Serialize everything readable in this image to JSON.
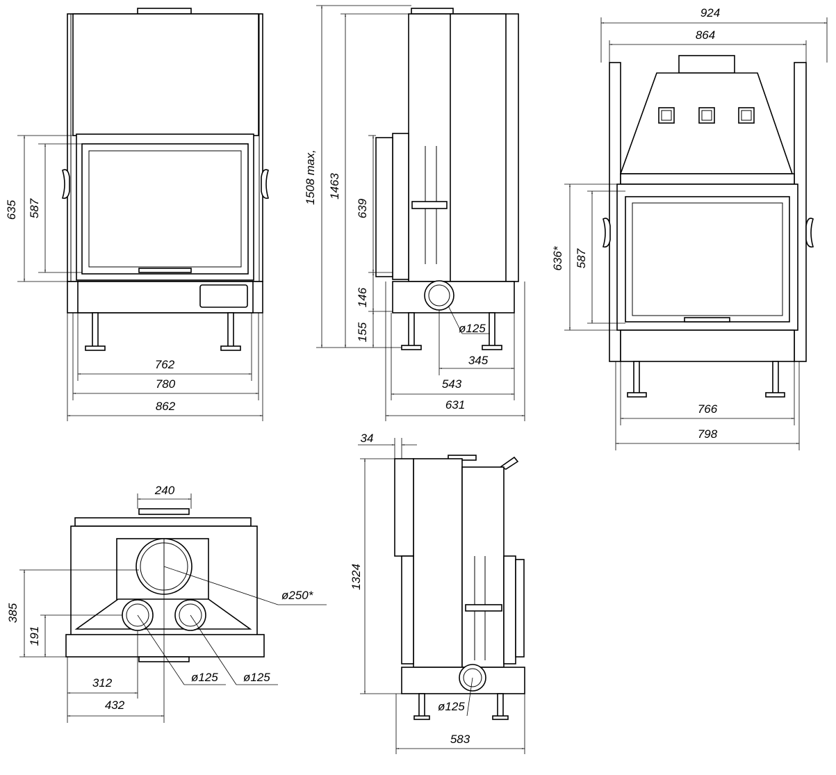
{
  "front_view": {
    "dims": {
      "h_outer": "635",
      "h_glass": "587",
      "w_glass": "762",
      "w_door": "780",
      "w_total": "862"
    }
  },
  "side_view": {
    "dims": {
      "h_max": "1508 max,",
      "h_total": "1463",
      "h_door": "639",
      "h_base": "146",
      "h_legs": "155",
      "flue": "ø125",
      "depth_inlet": "345",
      "depth_body": "543",
      "depth_total": "631"
    }
  },
  "right_view": {
    "dims": {
      "w_total": "924",
      "w_body": "864",
      "h_door": "636*",
      "h_glass": "587",
      "w_glass": "766",
      "w_door": "798"
    }
  },
  "top_view": {
    "dims": {
      "collar_w": "240",
      "h_outlet": "385",
      "h_inlets": "191",
      "x_inlet1": "312",
      "x_outlet": "432",
      "outlet": "ø250*",
      "inlet1": "ø125",
      "inlet2": "ø125"
    }
  },
  "side_view_2": {
    "dims": {
      "offset": "34",
      "h_total": "1324",
      "flue": "ø125",
      "depth": "583"
    }
  }
}
